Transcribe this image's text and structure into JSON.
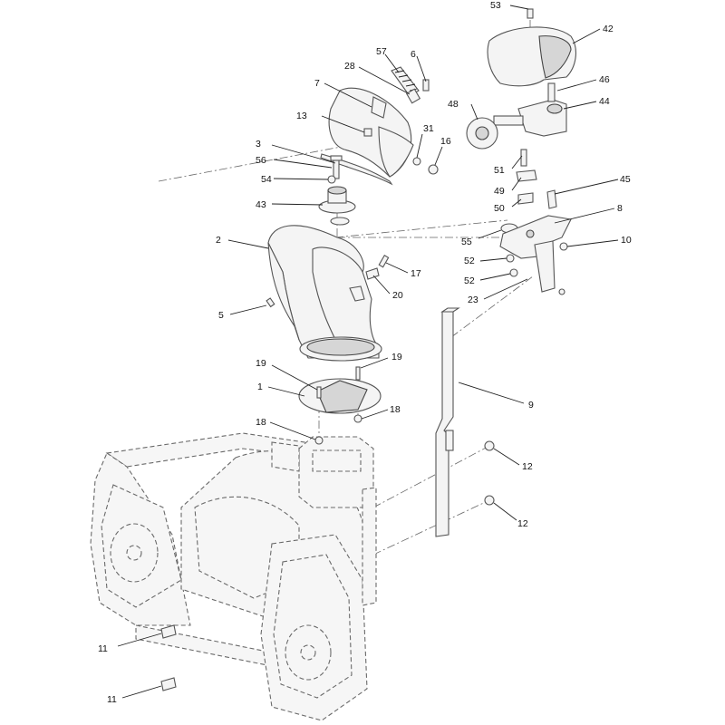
{
  "callouts": {
    "c1": "1",
    "c2": "2",
    "c3": "3",
    "c5": "5",
    "c6": "6",
    "c7": "7",
    "c8": "8",
    "c9": "9",
    "c10": "10",
    "c11a": "11",
    "c11b": "11",
    "c12a": "12",
    "c12b": "12",
    "c13": "13",
    "c16": "16",
    "c17": "17",
    "c18a": "18",
    "c18b": "18",
    "c19a": "19",
    "c19b": "19",
    "c20": "20",
    "c23": "23",
    "c28": "28",
    "c31": "31",
    "c42": "42",
    "c43": "43",
    "c44": "44",
    "c45": "45",
    "c46": "46",
    "c48": "48",
    "c49": "49",
    "c50": "50",
    "c51": "51",
    "c52a": "52",
    "c52b": "52",
    "c53": "53",
    "c54": "54",
    "c55": "55",
    "c56": "56",
    "c57": "57"
  }
}
